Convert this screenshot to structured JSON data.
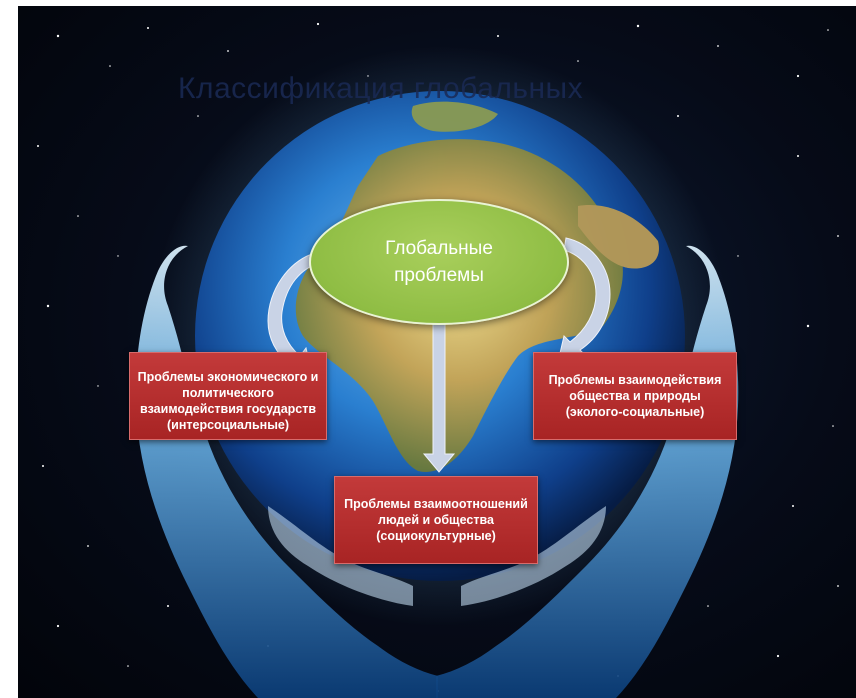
{
  "slide": {
    "title_fragment": "Классификация глобальных"
  },
  "diagram": {
    "center_label": "Глобальные проблемы",
    "boxes": {
      "left": "Проблемы экономического и политического взаимодействия государств (интерсоциальные)",
      "right": "Проблемы взаимодействия общества и природы (эколого-социальные)",
      "bottom": "Проблемы взаимоотношений людей и общества (социокультурные)"
    }
  },
  "colors": {
    "ellipse_fill": "#8fbd44",
    "box_fill": "#b52c2c",
    "arrow_fill": "#c9d3e6",
    "background": "#060b18"
  },
  "icons": {
    "globe": "earth-globe-icon",
    "hands": "cupped-hands-icon"
  }
}
